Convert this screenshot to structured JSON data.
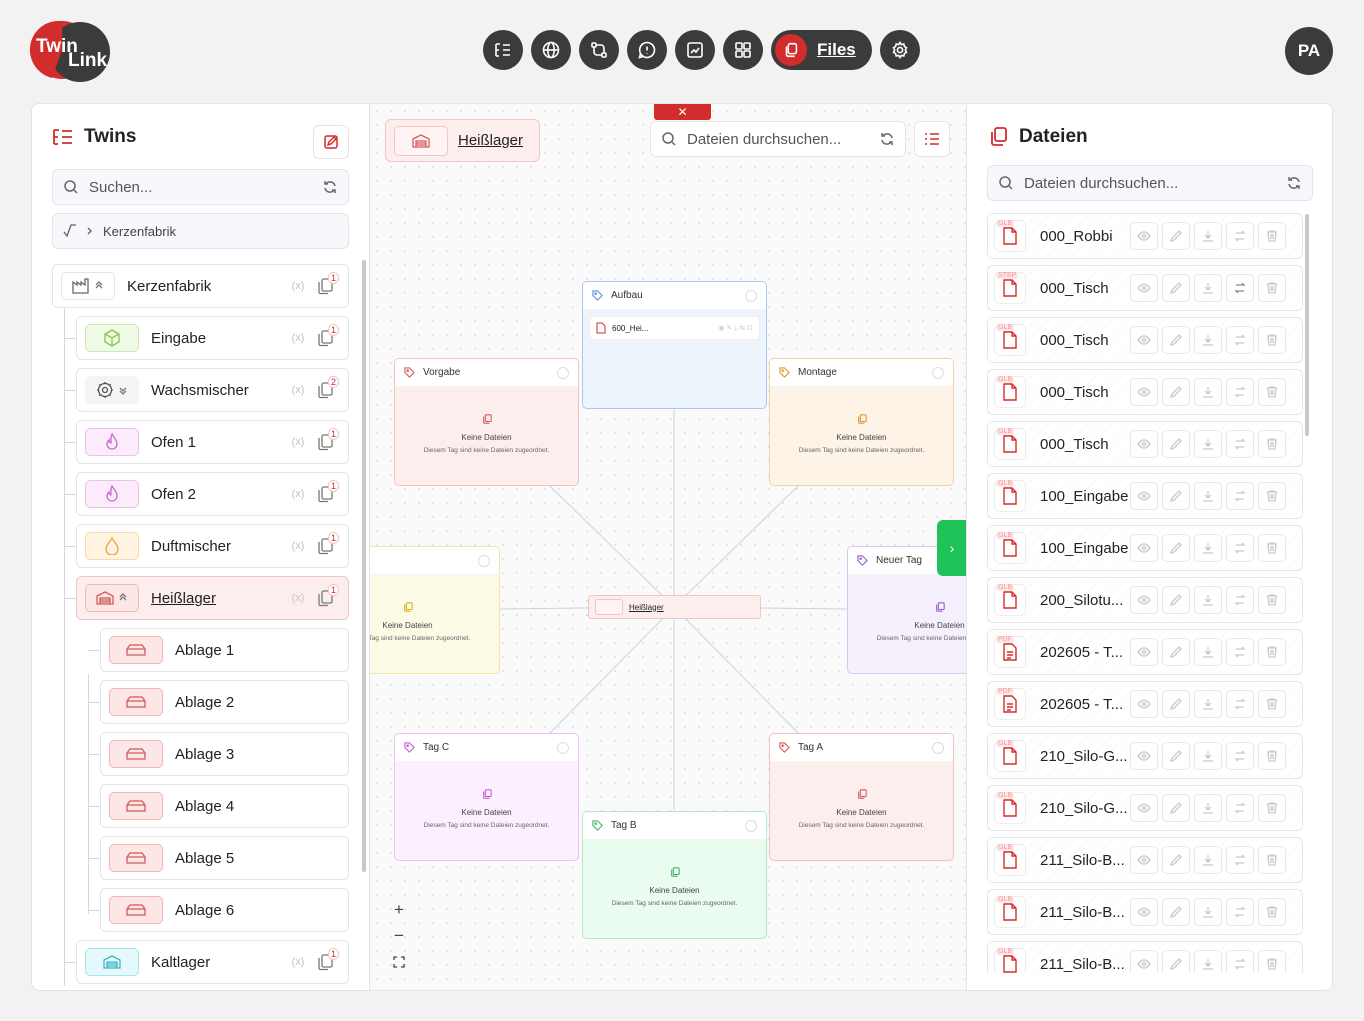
{
  "logo": {
    "line1": "Twin",
    "line2": "Link"
  },
  "nav": {
    "items": [
      {
        "icon": "twins-list-icon"
      },
      {
        "icon": "globe-icon"
      },
      {
        "icon": "route-icon"
      },
      {
        "icon": "alert-icon"
      },
      {
        "icon": "chart-icon"
      },
      {
        "icon": "grid-icon"
      }
    ],
    "files_label": "Files",
    "settings_icon": "gear-icon"
  },
  "user": {
    "initials": "PA"
  },
  "left": {
    "title": "Twins",
    "search_placeholder": "Suchen...",
    "breadcrumb": "Kerzenfabrik",
    "tree": [
      {
        "label": "Kerzenfabrik",
        "count": "1",
        "level": 0,
        "icon": "factory-icon",
        "tone": "#ffffff",
        "stroke": "#666"
      },
      {
        "label": "Eingabe",
        "count": "1",
        "level": 1,
        "icon": "cube-icon",
        "tone": "#effbe4",
        "stroke": "#84c350"
      },
      {
        "label": "Wachsmischer",
        "count": "2",
        "level": 1,
        "icon": "gear-cog-icon",
        "tone": "#f4f4f5",
        "stroke": "#555"
      },
      {
        "label": "Ofen 1",
        "count": "1",
        "level": 1,
        "icon": "flame-icon",
        "tone": "#fcecfb",
        "stroke": "#c56ad0"
      },
      {
        "label": "Ofen 2",
        "count": "1",
        "level": 1,
        "icon": "flame-icon",
        "tone": "#fcecfb",
        "stroke": "#c56ad0"
      },
      {
        "label": "Duftmischer",
        "count": "1",
        "level": 1,
        "icon": "droplet-icon",
        "tone": "#fff4e3",
        "stroke": "#e8a33c"
      },
      {
        "label": "Heißlager",
        "count": "1",
        "level": 1,
        "icon": "warehouse-icon",
        "tone": "#fde6e6",
        "stroke": "#d45a5a",
        "active": true
      },
      {
        "label": "Ablage 1",
        "count": "",
        "level": 2,
        "icon": "shelf-icon",
        "tone": "#fde6e6",
        "stroke": "#d45a5a"
      },
      {
        "label": "Ablage 2",
        "count": "",
        "level": 2,
        "icon": "shelf-icon",
        "tone": "#fde6e6",
        "stroke": "#d45a5a"
      },
      {
        "label": "Ablage 3",
        "count": "",
        "level": 2,
        "icon": "shelf-icon",
        "tone": "#fde6e6",
        "stroke": "#d45a5a"
      },
      {
        "label": "Ablage 4",
        "count": "",
        "level": 2,
        "icon": "shelf-icon",
        "tone": "#fde6e6",
        "stroke": "#d45a5a"
      },
      {
        "label": "Ablage 5",
        "count": "",
        "level": 2,
        "icon": "shelf-icon",
        "tone": "#fde6e6",
        "stroke": "#d45a5a"
      },
      {
        "label": "Ablage 6",
        "count": "",
        "level": 2,
        "icon": "shelf-icon",
        "tone": "#fde6e6",
        "stroke": "#d45a5a"
      },
      {
        "label": "Kaltlager",
        "count": "1",
        "level": 1,
        "icon": "warehouse-icon",
        "tone": "#e5f8fb",
        "stroke": "#3fb2c8"
      }
    ]
  },
  "center": {
    "selected": "Heißlager",
    "search_placeholder": "Dateien durchsuchen...",
    "center_node": "Heißlager",
    "no_files_title": "Keine Dateien",
    "no_files_text": "Diesem Tag sind keine Dateien zugeordnet.",
    "aufbau_file": "600_Hei...",
    "tags": [
      {
        "id": "aufbau",
        "name": "Aufbau",
        "bg": "#eef4fc",
        "border": "#a9c8ef",
        "accent": "#5b8fd6",
        "empty": false
      },
      {
        "id": "vorgabe",
        "name": "Vorgabe",
        "bg": "#fdeeee",
        "border": "#f2c2c2",
        "accent": "#d45a5a",
        "empty": true
      },
      {
        "id": "montage",
        "name": "Montage",
        "bg": "#fdf3e6",
        "border": "#f2d3a6",
        "accent": "#e3962d",
        "empty": true
      },
      {
        "id": "yellow",
        "name": "",
        "bg": "#fdfae6",
        "border": "#f2e6a6",
        "accent": "#d8b21f",
        "empty": true
      },
      {
        "id": "neuer",
        "name": "Neuer Tag",
        "bg": "#f6effc",
        "border": "#dcc5ef",
        "accent": "#9a5bd6",
        "empty": true
      },
      {
        "id": "tagc",
        "name": "Tag C",
        "bg": "#fcefff",
        "border": "#eec2f2",
        "accent": "#c45ad4",
        "empty": true
      },
      {
        "id": "taga",
        "name": "Tag A",
        "bg": "#fdeeee",
        "border": "#f2c2c2",
        "accent": "#d45a5a",
        "empty": true
      },
      {
        "id": "tagb",
        "name": "Tag B",
        "bg": "#eafbef",
        "border": "#b5e8c4",
        "accent": "#3fb865",
        "empty": true
      }
    ]
  },
  "right": {
    "title": "Dateien",
    "search_placeholder": "Dateien durchsuchen...",
    "files": [
      {
        "name": "000_Robbi",
        "ext": "GLB",
        "type": "file"
      },
      {
        "name": "000_Tisch",
        "ext": "STEP",
        "type": "file"
      },
      {
        "name": "000_Tisch",
        "ext": "GLB",
        "type": "file"
      },
      {
        "name": "000_Tisch",
        "ext": "GLB",
        "type": "file"
      },
      {
        "name": "000_Tisch",
        "ext": "GLB",
        "type": "file"
      },
      {
        "name": "100_Eingabe",
        "ext": "GLB",
        "type": "file"
      },
      {
        "name": "100_Eingabe",
        "ext": "GLB",
        "type": "file"
      },
      {
        "name": "200_Silotu...",
        "ext": "GLB",
        "type": "file"
      },
      {
        "name": "202605 - T...",
        "ext": "PDF",
        "type": "pdf"
      },
      {
        "name": "202605 - T...",
        "ext": "PDF",
        "type": "pdf"
      },
      {
        "name": "210_Silo-G...",
        "ext": "GLB",
        "type": "file"
      },
      {
        "name": "210_Silo-G...",
        "ext": "GLB",
        "type": "file"
      },
      {
        "name": "211_Silo-B...",
        "ext": "GLB",
        "type": "file"
      },
      {
        "name": "211_Silo-B...",
        "ext": "GLB",
        "type": "file"
      },
      {
        "name": "211_Silo-B...",
        "ext": "GLB",
        "type": "file"
      }
    ]
  },
  "colors": {
    "brand_red": "#d22d2d",
    "dark": "#3b3b3b",
    "green": "#1fc35a"
  }
}
